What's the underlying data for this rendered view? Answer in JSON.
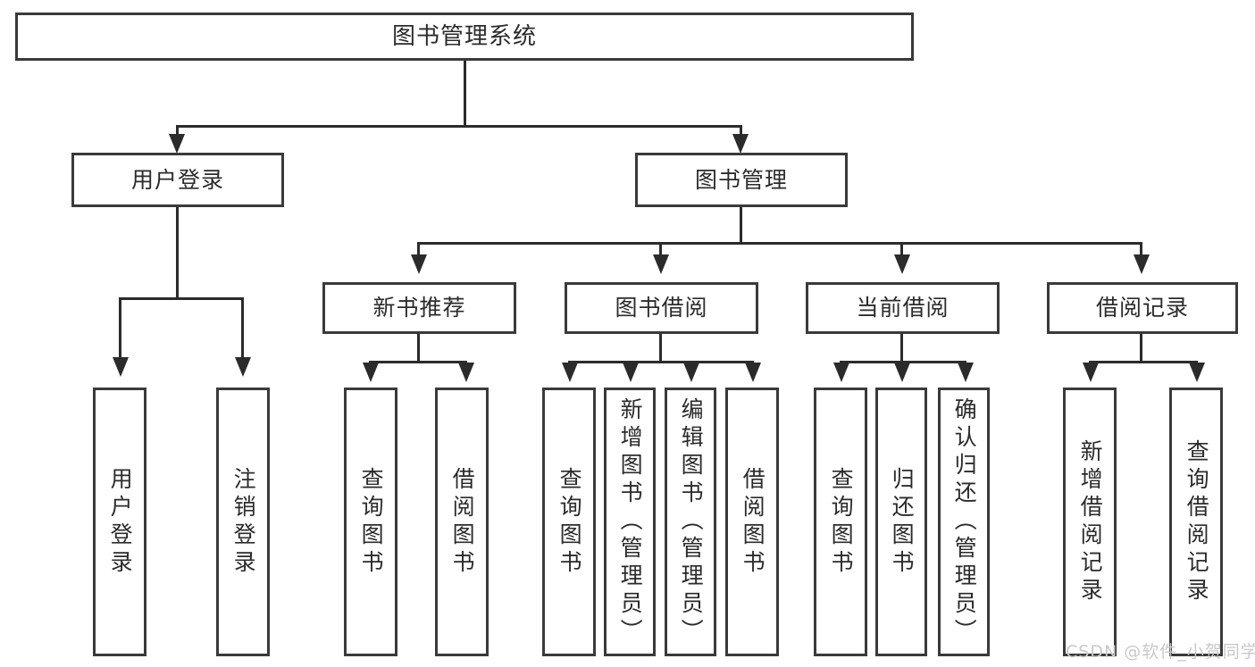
{
  "diagram": {
    "title": "图书管理系统",
    "type": "hierarchy-tree",
    "root": {
      "id": "root",
      "label": "图书管理系统"
    },
    "level1": [
      {
        "id": "user-login",
        "label": "用户登录"
      },
      {
        "id": "book-manage",
        "label": "图书管理"
      }
    ],
    "level2": [
      {
        "id": "new-book-recommend",
        "label": "新书推荐",
        "parent": "book-manage"
      },
      {
        "id": "book-borrow",
        "label": "图书借阅",
        "parent": "book-manage"
      },
      {
        "id": "current-borrow",
        "label": "当前借阅",
        "parent": "book-manage"
      },
      {
        "id": "borrow-record",
        "label": "借阅记录",
        "parent": "book-manage"
      }
    ],
    "leaves": [
      {
        "id": "leaf-user-login",
        "label": "用户登录",
        "parent": "user-login"
      },
      {
        "id": "leaf-logout",
        "label": "注销登录",
        "parent": "user-login"
      },
      {
        "id": "leaf-query-book-1",
        "label": "查询图书",
        "parent": "new-book-recommend"
      },
      {
        "id": "leaf-borrow-book-1",
        "label": "借阅图书",
        "parent": "new-book-recommend"
      },
      {
        "id": "leaf-query-book-2",
        "label": "查询图书",
        "parent": "book-borrow"
      },
      {
        "id": "leaf-add-book",
        "label": "新增图书（管理员）",
        "parent": "book-borrow"
      },
      {
        "id": "leaf-edit-book",
        "label": "编辑图书（管理员）",
        "parent": "book-borrow"
      },
      {
        "id": "leaf-borrow-book-2",
        "label": "借阅图书",
        "parent": "book-borrow"
      },
      {
        "id": "leaf-query-book-3",
        "label": "查询图书",
        "parent": "current-borrow"
      },
      {
        "id": "leaf-return-book",
        "label": "归还图书",
        "parent": "current-borrow"
      },
      {
        "id": "leaf-confirm-return",
        "label": "确认归还（管理员）",
        "parent": "current-borrow"
      },
      {
        "id": "leaf-add-record",
        "label": "新增借阅记录",
        "parent": "borrow-record"
      },
      {
        "id": "leaf-query-record",
        "label": "查询借阅记录",
        "parent": "borrow-record"
      }
    ],
    "watermark": "CSDN @软件_小贺同学",
    "colors": {
      "stroke": "#2b2b2b",
      "node_border": "#3a3a3a",
      "background": "#ffffff",
      "text": "#2b2b2b",
      "watermark": "#c9c9c9"
    }
  }
}
